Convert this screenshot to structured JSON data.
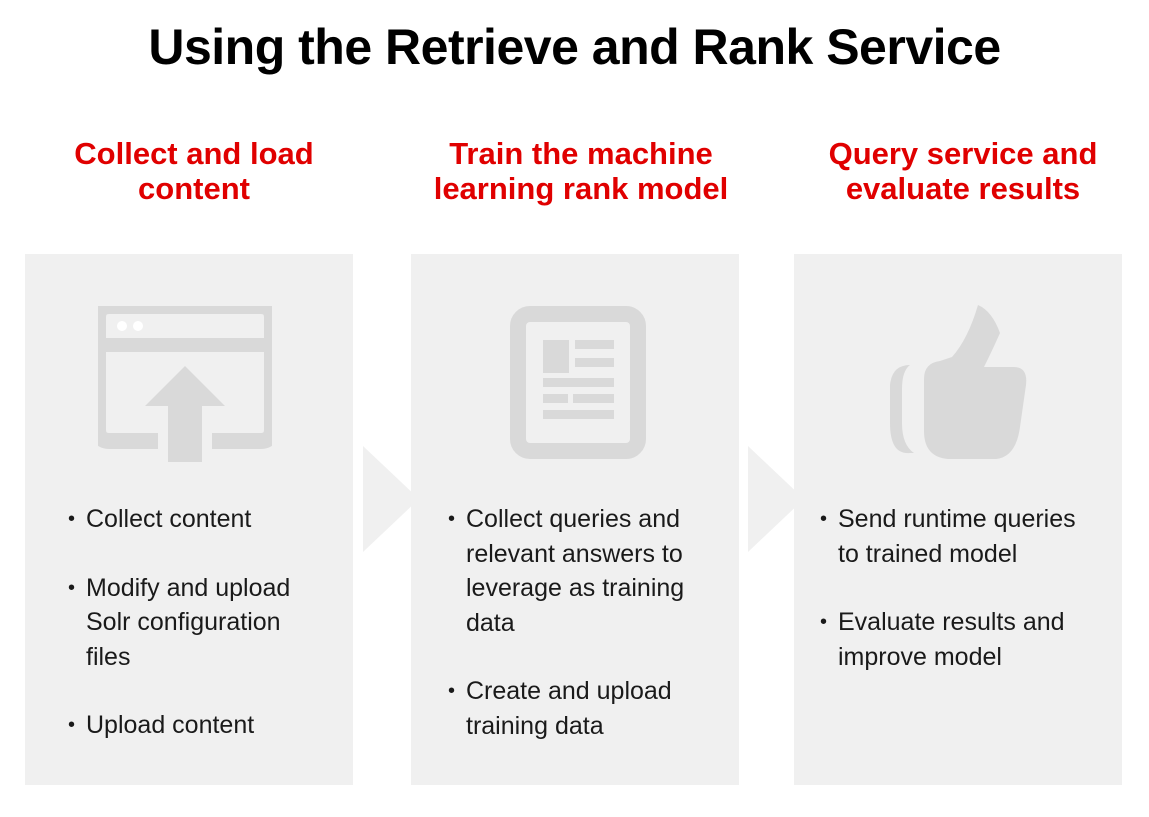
{
  "title": "Using the Retrieve and Rank Service",
  "colors": {
    "heading_red": "#e00000",
    "panel_gray": "#f0f0f0",
    "icon_gray": "#d9d9d9"
  },
  "steps": [
    {
      "heading": "Collect and load content",
      "icon": "browser-upload-icon",
      "bullets": [
        "Collect content",
        "Modify and upload Solr configuration files",
        "Upload content"
      ]
    },
    {
      "heading": "Train the machine learning rank model",
      "icon": "document-icon",
      "bullets": [
        "Collect queries and relevant answers to leverage as training data",
        "Create and upload training data"
      ]
    },
    {
      "heading": "Query service and evaluate results",
      "icon": "thumbs-up-icon",
      "bullets": [
        "Send runtime queries to trained model",
        "Evaluate results and improve model"
      ]
    }
  ]
}
